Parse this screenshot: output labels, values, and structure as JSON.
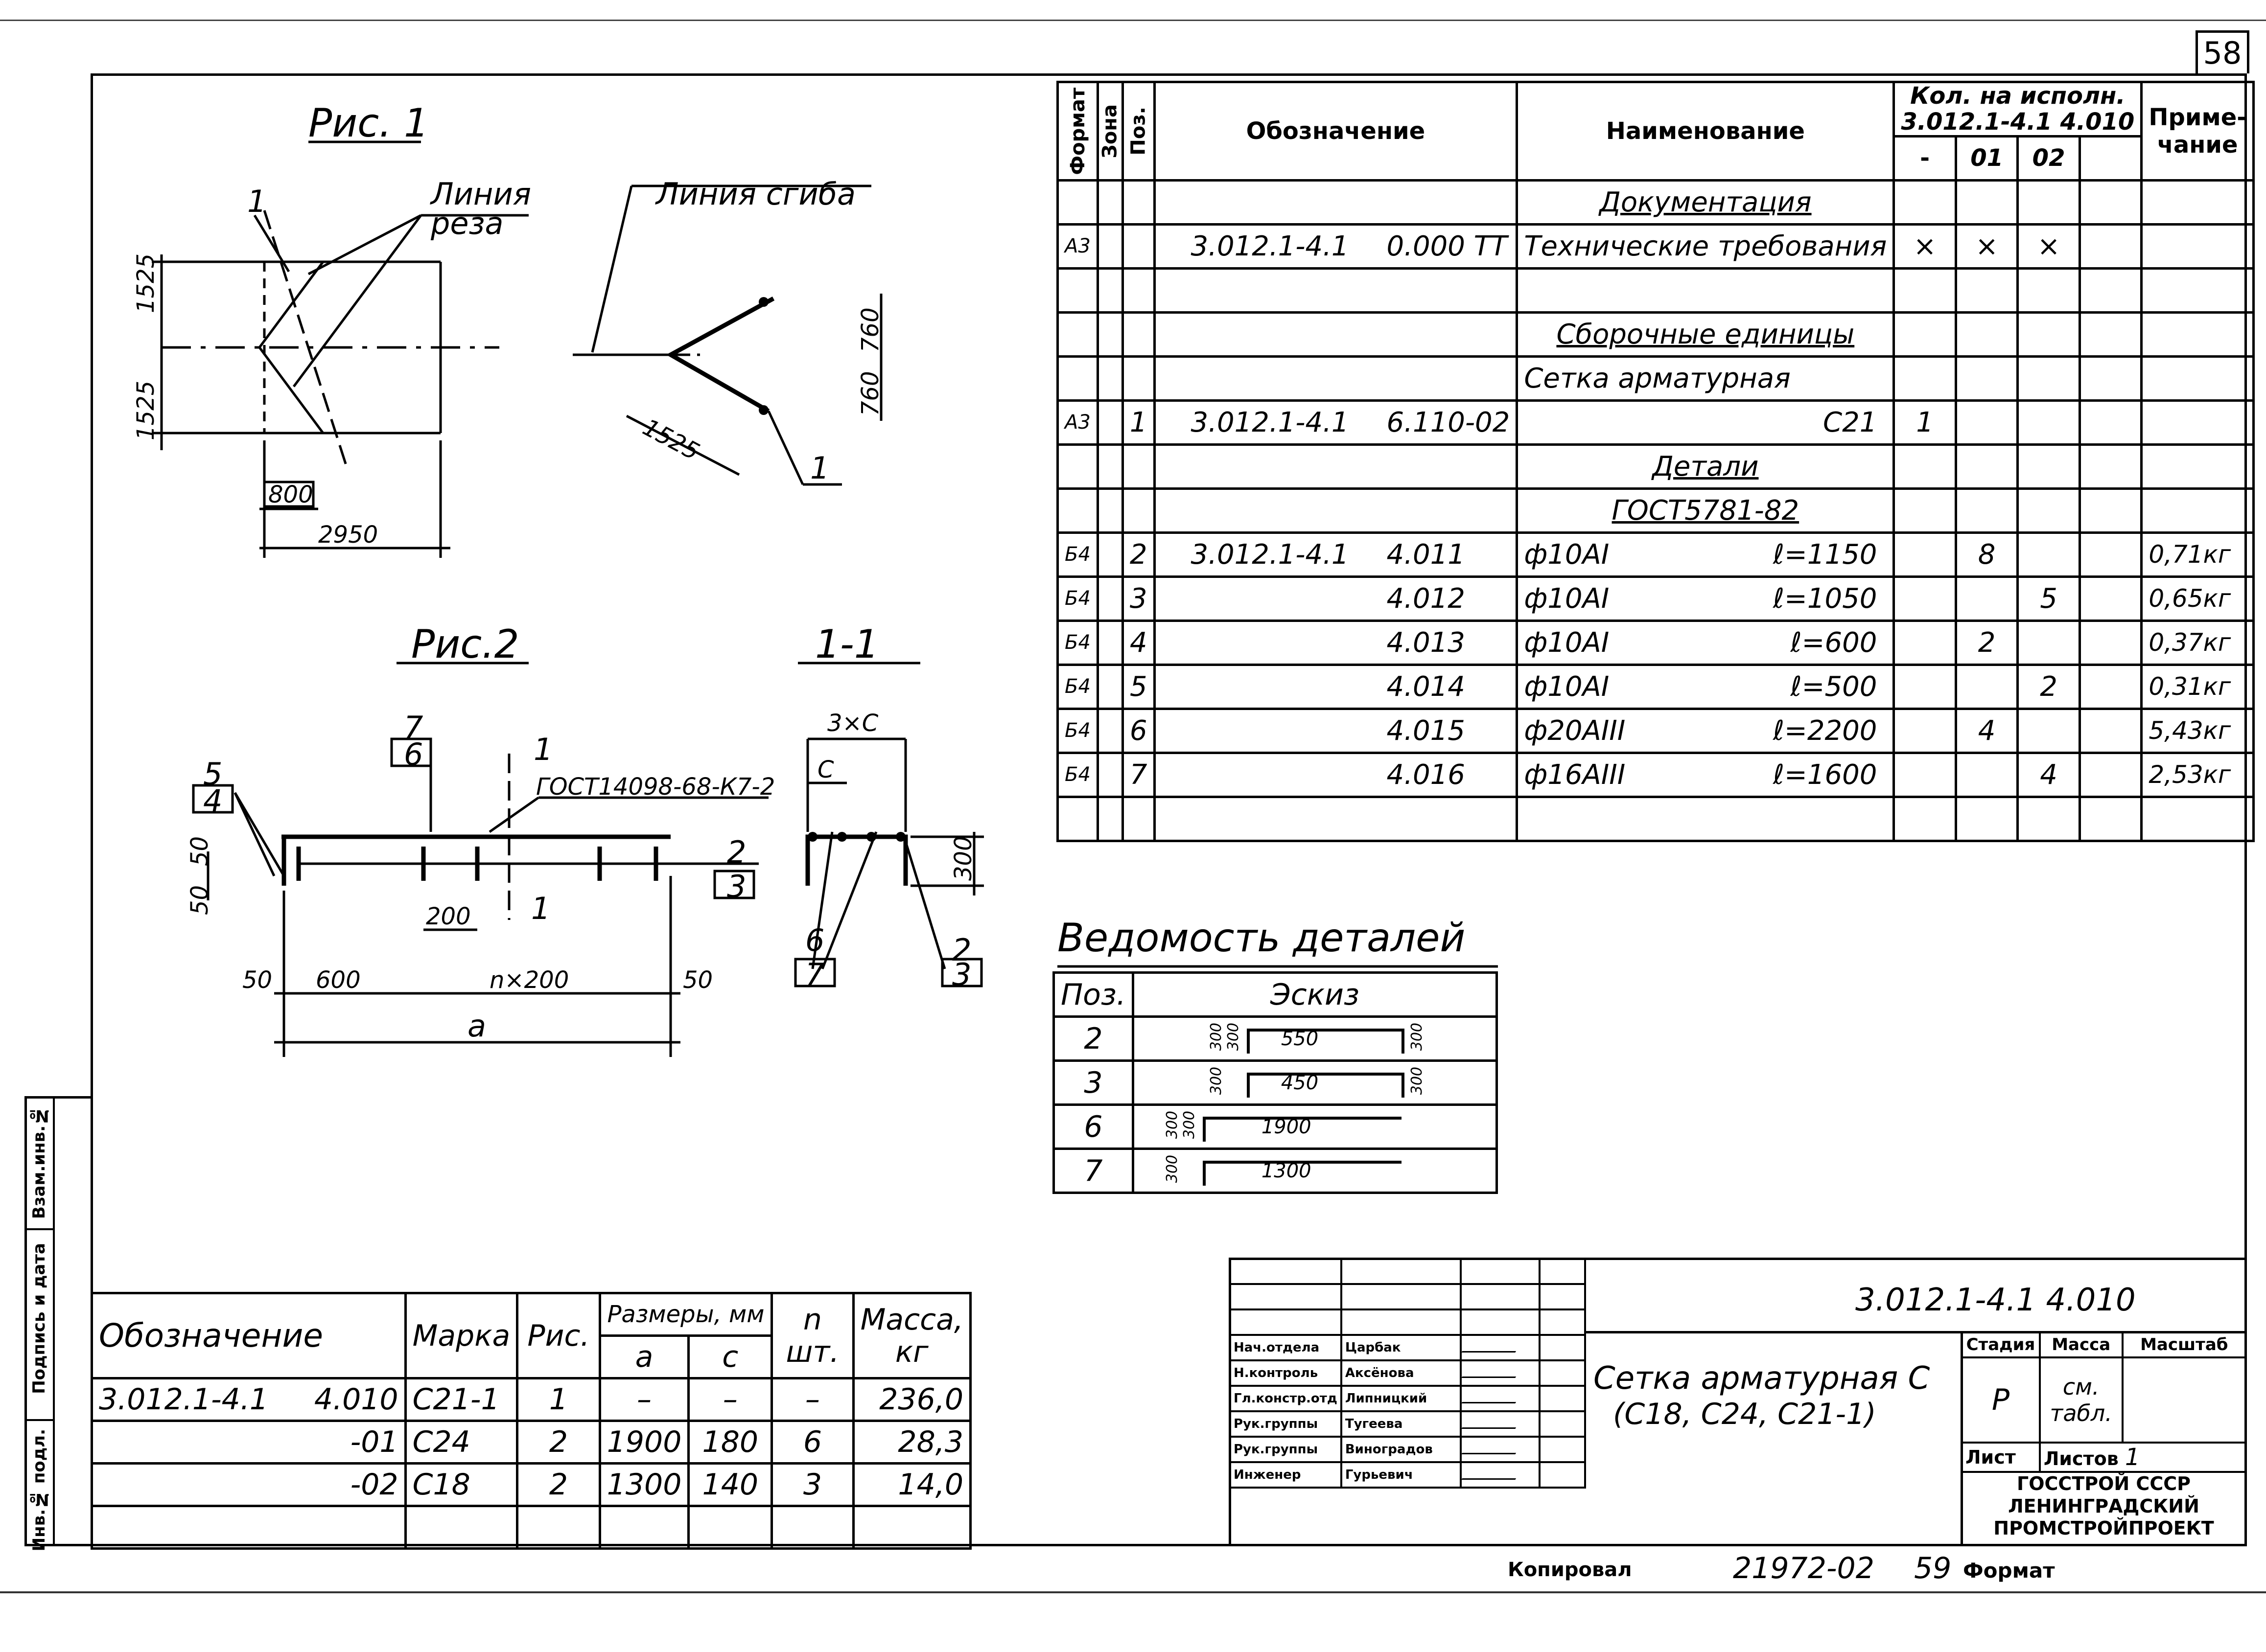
{
  "sheet_number": "58",
  "left_margin": {
    "inv_podl": "Инв.№ подл.",
    "podpis_data": "Подпись и дата",
    "vzam_inv": "Взам.инв.№"
  },
  "fig1": {
    "title": "Рис. 1",
    "cut_line": [
      "Линия",
      "реза"
    ],
    "bend_line": "Линия сгиба",
    "label_1a": "1",
    "label_1b": "1",
    "dim_1525_top": "1525",
    "dim_1525_bottom": "1525",
    "dim_800": "800",
    "dim_2950": "2950",
    "dim_760_a": "760",
    "dim_760_b": "760",
    "dim_1525_bend": "1525"
  },
  "fig2": {
    "title": "Рис.2",
    "gost": "ГОСТ14098-68-К7-2",
    "section_mark": "1",
    "labels": {
      "l7": "7",
      "l6": "6",
      "l5": "5",
      "l4": "4",
      "l2": "2",
      "l3": "3"
    },
    "dim_50_a": "50",
    "dim_50_b": "50",
    "dim_200": "200",
    "dim_50_left": "50",
    "dim_600": "600",
    "dim_nx200": "n×200",
    "dim_50_right": "50",
    "dim_a": "a"
  },
  "section11": {
    "title": "1-1",
    "dim_3xc": "3×C",
    "dim_c": "C",
    "dim_300": "300",
    "labels": {
      "l6": "6",
      "l7": "7",
      "l2": "2",
      "l3": "3"
    }
  },
  "spec": {
    "headers": {
      "format": "Формат",
      "zone": "Зона",
      "pos": "Поз.",
      "designation": "Обозначение",
      "name": "Наименование",
      "qty_title": "Кол. на исполн.",
      "qty_sub": "3.012.1-4.1  4.010",
      "col_dash": "-",
      "col_01": "01",
      "col_02": "02",
      "note": "Приме-чание"
    },
    "rows": [
      {
        "fmt": "",
        "pos": "",
        "des1": "",
        "des2": "",
        "name": "Документация",
        "name2": "",
        "q0": "",
        "q1": "",
        "q2": "",
        "note": "",
        "section": true
      },
      {
        "fmt": "А3",
        "pos": "",
        "des1": "3.012.1-4.1",
        "des2": "0.000 ТТ",
        "name": "Технические требования",
        "name2": "",
        "q0": "×",
        "q1": "×",
        "q2": "×",
        "note": ""
      },
      {
        "fmt": "",
        "pos": "",
        "des1": "",
        "des2": "",
        "name": "",
        "name2": "",
        "q0": "",
        "q1": "",
        "q2": "",
        "note": ""
      },
      {
        "fmt": "",
        "pos": "",
        "des1": "",
        "des2": "",
        "name": "Сборочные единицы",
        "name2": "",
        "q0": "",
        "q1": "",
        "q2": "",
        "note": "",
        "section": true
      },
      {
        "fmt": "",
        "pos": "",
        "des1": "",
        "des2": "",
        "name": "Сетка арматурная",
        "name2": "",
        "q0": "",
        "q1": "",
        "q2": "",
        "note": ""
      },
      {
        "fmt": "А3",
        "pos": "1",
        "des1": "3.012.1-4.1",
        "des2": "6.110-02",
        "name": "",
        "name2": "С21",
        "q0": "1",
        "q1": "",
        "q2": "",
        "note": ""
      },
      {
        "fmt": "",
        "pos": "",
        "des1": "",
        "des2": "",
        "name": "Детали",
        "name2": "",
        "q0": "",
        "q1": "",
        "q2": "",
        "note": "",
        "section": true
      },
      {
        "fmt": "",
        "pos": "",
        "des1": "",
        "des2": "",
        "name": "ГОСТ5781-82",
        "name2": "",
        "q0": "",
        "q1": "",
        "q2": "",
        "note": "",
        "section": true
      },
      {
        "fmt": "Б4",
        "pos": "2",
        "des1": "3.012.1-4.1",
        "des2": "4.011",
        "name": "ф10АI",
        "name2": "ℓ=1150",
        "q0": "",
        "q1": "8",
        "q2": "",
        "note": "0,71кг"
      },
      {
        "fmt": "Б4",
        "pos": "3",
        "des1": "",
        "des2": "4.012",
        "name": "ф10АI",
        "name2": "ℓ=1050",
        "q0": "",
        "q1": "",
        "q2": "5",
        "note": "0,65кг"
      },
      {
        "fmt": "Б4",
        "pos": "4",
        "des1": "",
        "des2": "4.013",
        "name": "ф10АI",
        "name2": "ℓ=600",
        "q0": "",
        "q1": "2",
        "q2": "",
        "note": "0,37кг"
      },
      {
        "fmt": "Б4",
        "pos": "5",
        "des1": "",
        "des2": "4.014",
        "name": "ф10АI",
        "name2": "ℓ=500",
        "q0": "",
        "q1": "",
        "q2": "2",
        "note": "0,31кг"
      },
      {
        "fmt": "Б4",
        "pos": "6",
        "des1": "",
        "des2": "4.015",
        "name": "ф20АIII",
        "name2": "ℓ=2200",
        "q0": "",
        "q1": "4",
        "q2": "",
        "note": "5,43кг"
      },
      {
        "fmt": "Б4",
        "pos": "7",
        "des1": "",
        "des2": "4.016",
        "name": "ф16АIII",
        "name2": "ℓ=1600",
        "q0": "",
        "q1": "",
        "q2": "4",
        "note": "2,53кг"
      },
      {
        "fmt": "",
        "pos": "",
        "des1": "",
        "des2": "",
        "name": "",
        "name2": "",
        "q0": "",
        "q1": "",
        "q2": "",
        "note": ""
      }
    ]
  },
  "details": {
    "title": "Ведомость деталей",
    "col_pos": "Поз.",
    "col_sketch": "Эскиз",
    "rows": [
      {
        "pos": "2",
        "leg_l": "300",
        "leg_l2": "300",
        "len": "550",
        "leg_r": "300"
      },
      {
        "pos": "3",
        "leg_l": "300",
        "leg_l2": "",
        "len": "450",
        "leg_r": "300"
      },
      {
        "pos": "6",
        "leg_l": "300",
        "leg_l2": "300",
        "len": "1900",
        "leg_r": ""
      },
      {
        "pos": "7",
        "leg_l": "300",
        "leg_l2": "",
        "len": "1300",
        "leg_r": ""
      }
    ]
  },
  "variants": {
    "headers": {
      "designation": "Обозначение",
      "mark": "Марка",
      "fig": "Рис.",
      "sizes": "Размеры, мм",
      "a": "a",
      "c": "c",
      "n": "n",
      "n_unit": "шт.",
      "mass": "Масса,",
      "mass_unit": "кг"
    },
    "rows": [
      {
        "des1": "3.012.1-4.1",
        "des2": "4.010",
        "mark": "С21-1",
        "fig": "1",
        "a": "–",
        "c": "–",
        "n": "–",
        "mass": "236,0"
      },
      {
        "des1": "",
        "des2": "-01",
        "mark": "С24",
        "fig": "2",
        "a": "1900",
        "c": "180",
        "n": "6",
        "mass": "28,3"
      },
      {
        "des1": "",
        "des2": "-02",
        "mark": "С18",
        "fig": "2",
        "a": "1300",
        "c": "140",
        "n": "3",
        "mass": "14,0"
      }
    ]
  },
  "title_block": {
    "code": "3.012.1-4.1  4.010",
    "name_l1": "Сетка арматурная С",
    "name_l2": "(С18, С24, С21-1)",
    "stage_h": "Стадия",
    "mass_h": "Масса",
    "scale_h": "Масштаб",
    "stage": "Р",
    "mass": "см. табл.",
    "sheet_h": "Лист",
    "sheets_h": "Листов",
    "sheets": "1",
    "org1": "ГОССТРОЙ СССР",
    "org2": "ЛЕНИНГРАДСКИЙ",
    "org3": "ПРОМСТРОЙПРОЕКТ",
    "people": [
      {
        "role": "Нач.отдела",
        "name": "Царбак"
      },
      {
        "role": "Н.контроль",
        "name": "Аксёнова"
      },
      {
        "role": "Гл.констр.отд",
        "name": "Липницкий"
      },
      {
        "role": "Рук.группы",
        "name": "Тугеева"
      },
      {
        "role": "Рук.группы",
        "name": "Виноградов"
      },
      {
        "role": "Инженер",
        "name": "Гурьевич"
      }
    ]
  },
  "footer": {
    "copied": "Копировал",
    "number": "21972-02",
    "page": "59",
    "format": "Формат"
  }
}
